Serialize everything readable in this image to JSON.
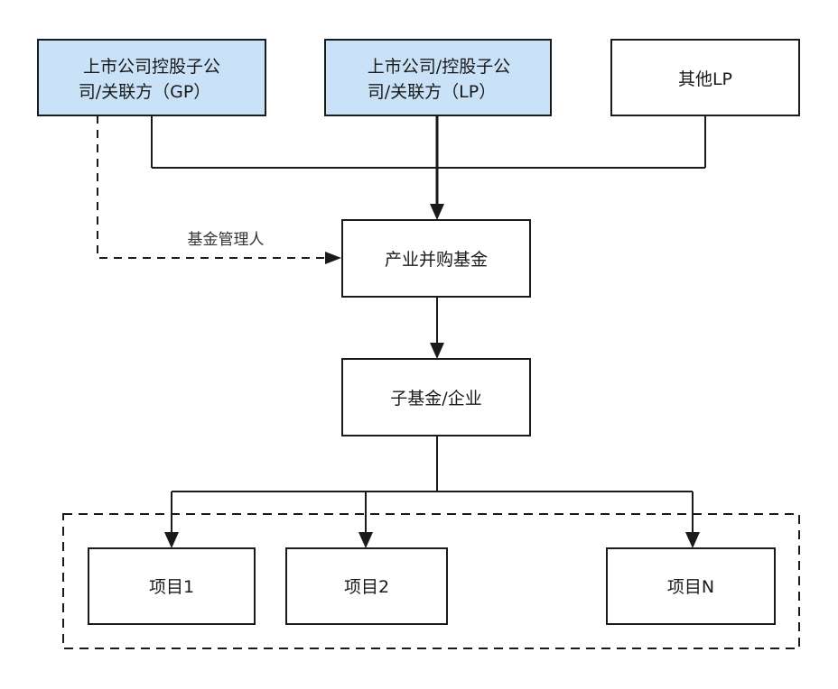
{
  "diagram": {
    "nodes": {
      "gp": {
        "line1": "上市公司控股子公",
        "line2": "司/关联方（GP）",
        "fill": "#c9e2f7"
      },
      "lp": {
        "line1": "上市公司/控股子公",
        "line2": "司/关联方（LP）",
        "fill": "#c9e2f7"
      },
      "other_lp": {
        "label": "其他LP",
        "fill": "#ffffff"
      },
      "fund": {
        "label": "产业并购基金",
        "fill": "#ffffff"
      },
      "subfund": {
        "label": "子基金/企业",
        "fill": "#ffffff"
      },
      "project1": {
        "label": "项目1",
        "fill": "#ffffff"
      },
      "project2": {
        "label": "项目2",
        "fill": "#ffffff"
      },
      "projectN": {
        "label": "项目N",
        "fill": "#ffffff"
      }
    },
    "edge_labels": {
      "fund_manager": "基金管理人"
    },
    "colors": {
      "stroke": "#1a1a1a",
      "gp_lp_fill": "#c9e2f7",
      "background": "#ffffff"
    }
  }
}
